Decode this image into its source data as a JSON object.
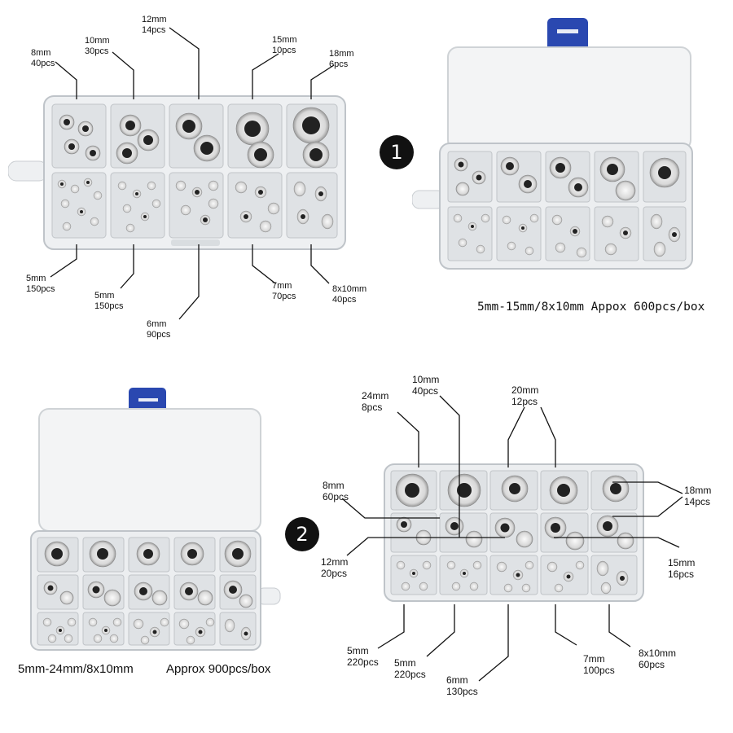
{
  "section1": {
    "labels": [
      "12mm\n14pcs",
      "10mm\n30pcs",
      "8mm\n40pcs",
      "15mm\n10pcs",
      "18mm\n6pcs",
      "5mm\n150pcs",
      "5mm\n150pcs",
      "6mm\n90pcs",
      "7mm\n70pcs",
      "8x10mm\n40pcs"
    ],
    "badge": "1",
    "caption": "5mm-15mm/8x10mm Appox 600pcs/box"
  },
  "section2": {
    "labels": [
      "10mm\n40pcs",
      "24mm\n8pcs",
      "20mm\n12pcs",
      "8mm\n60pcs",
      "18mm\n14pcs",
      "12mm\n20pcs",
      "15mm\n16pcs",
      "5mm\n220pcs",
      "5mm\n220pcs",
      "6mm\n130pcs",
      "7mm\n100pcs",
      "8x10mm\n60pcs"
    ],
    "badge": "2",
    "caption_size": "5mm-24mm/8x10mm",
    "caption_count": "Approx 900pcs/box"
  }
}
